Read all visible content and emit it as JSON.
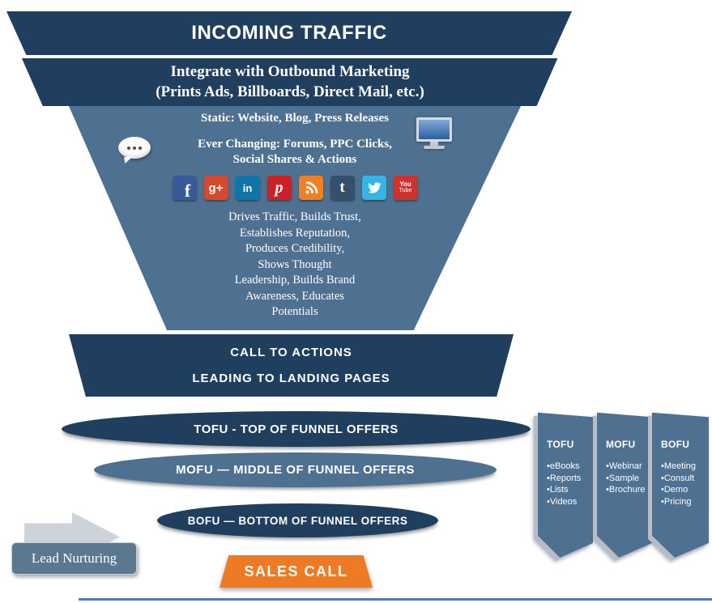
{
  "colors": {
    "dark_navy": "#203f5f",
    "slate_blue": "#4e7191",
    "orange": "#ee7b24",
    "label_slate": "#5a7890",
    "arrow_gray": "#cdd3d9",
    "bottom_line": "#4f7cb8"
  },
  "funnel": {
    "incoming_traffic": "INCOMING TRAFFIC",
    "outbound": {
      "line1": "Integrate with Outbound Marketing",
      "line2": "(Prints Ads, Billboards, Direct Mail, etc.)"
    },
    "content": {
      "static_line": "Static:  Website, Blog, Press Releases",
      "ever_changing_line1": "Ever Changing:  Forums, PPC Clicks,",
      "ever_changing_line2": "Social Shares & Actions",
      "benefits_lines": [
        "Drives Traffic, Builds Trust,",
        "Establishes Reputation,",
        "Produces Credibility,",
        "Shows Thought",
        "Leadership, Builds Brand",
        "Awareness, Educates",
        "Potentials"
      ]
    },
    "cta": {
      "line1": "CALL TO ACTIONS",
      "line2": "LEADING TO LANDING PAGES"
    },
    "tofu_bar": "TOFU  - TOP OF FUNNEL OFFERS",
    "mofu_bar": "MOFU — MIDDLE OF FUNNEL OFFERS",
    "bofu_bar": "BOFU — BOTTOM OF FUNNEL OFFERS",
    "sales_call": "SALES CALL"
  },
  "lead_nurturing": {
    "label": "Lead Nurturing"
  },
  "social_icons": [
    {
      "name": "facebook",
      "glyph": "f",
      "color": "#3b5998"
    },
    {
      "name": "google-plus",
      "glyph": "g+",
      "color": "#d6492f"
    },
    {
      "name": "linkedin",
      "glyph": "in",
      "color": "#0e76a8"
    },
    {
      "name": "pinterest",
      "glyph": "p",
      "color": "#cb2027"
    },
    {
      "name": "rss",
      "color": "#ef8121"
    },
    {
      "name": "tumblr",
      "glyph": "t",
      "color": "#35506b"
    },
    {
      "name": "twitter",
      "color": "#35b5e5"
    },
    {
      "name": "youtube",
      "glyph_top": "You",
      "glyph_bottom": "Tube",
      "color": "#cc332d"
    }
  ],
  "offer_flags": [
    {
      "title": "TOFU",
      "items": [
        "eBooks",
        "Reports",
        "Lists",
        "Videos"
      ]
    },
    {
      "title": "MOFU",
      "items": [
        "Webinar",
        "Sample",
        "Brochure"
      ]
    },
    {
      "title": "BOFU",
      "items": [
        "Meeting",
        "Consult",
        "Demo",
        "Pricing"
      ]
    }
  ]
}
